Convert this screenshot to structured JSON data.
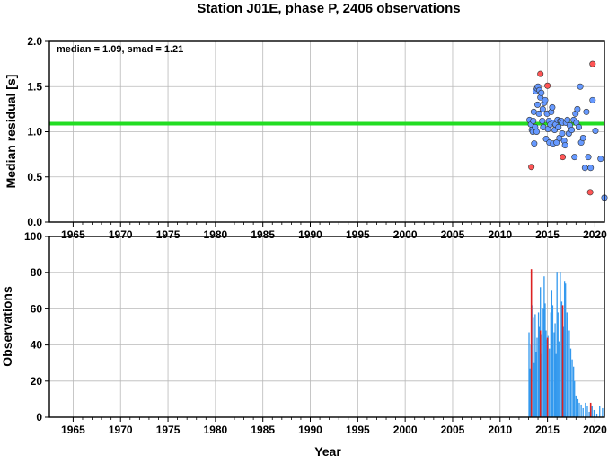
{
  "chart_data": [
    {
      "type": "scatter",
      "title": "Station J01E, phase P, 2406 observations",
      "ylabel": "Median residual [s]",
      "xlabel": "",
      "xlim": [
        1962.5,
        2021.0
      ],
      "ylim": [
        0.0,
        2.0
      ],
      "xticks": [
        "1965",
        "1970",
        "1975",
        "1980",
        "1985",
        "1990",
        "1995",
        "2000",
        "2005",
        "2010",
        "2015",
        "2020"
      ],
      "yticks": [
        "0.0",
        "0.5",
        "1.0",
        "1.5",
        "2.0"
      ],
      "grid": true,
      "annotation": "median = 1.09, smad = 1.21",
      "median_line": 1.09,
      "colors": {
        "median_line": "#22dd22",
        "point_blue": "#6699ff",
        "point_red": "#ff5555"
      },
      "series": [
        {
          "color": "blue",
          "x": [
            2013.1,
            2013.25,
            2013.35,
            2013.45,
            2013.5,
            2013.55,
            2013.6,
            2013.7,
            2013.75,
            2013.85,
            2013.9,
            2013.95,
            2014.0,
            2014.1,
            2014.15,
            2014.25,
            2014.35,
            2014.45,
            2014.5,
            2014.55,
            2014.65,
            2014.75,
            2014.85,
            2014.95,
            2015.05,
            2015.15,
            2015.2,
            2015.3,
            2015.4,
            2015.5,
            2015.6,
            2015.65,
            2015.75,
            2015.85,
            2015.95,
            2016.05,
            2016.15,
            2016.25,
            2016.35,
            2016.45,
            2016.55,
            2016.6,
            2016.75,
            2016.85,
            2016.95,
            2017.1,
            2017.25,
            2017.35,
            2017.55,
            2017.75,
            2017.85,
            2017.95,
            2018.05,
            2018.15,
            2018.3,
            2018.45,
            2018.55,
            2018.75,
            2018.95,
            2019.1,
            2019.3,
            2019.55,
            2019.75,
            2020.05,
            2020.6,
            2021.0
          ],
          "y": [
            1.13,
            1.08,
            1.02,
            1.0,
            1.12,
            1.22,
            0.87,
            1.05,
            1.45,
            1.0,
            1.48,
            1.3,
            1.5,
            1.2,
            1.46,
            1.38,
            1.43,
            1.12,
            1.25,
            1.05,
            1.32,
            1.35,
            0.92,
            1.2,
            1.03,
            1.12,
            0.88,
            1.08,
            1.22,
            1.27,
            0.87,
            1.1,
            1.02,
            1.08,
            0.88,
            1.13,
            1.05,
            0.93,
            1.12,
            1.12,
            0.98,
            1.1,
            0.9,
            0.85,
            1.1,
            1.13,
            0.98,
            1.07,
            1.02,
            1.13,
            0.72,
            1.2,
            1.1,
            1.25,
            1.05,
            1.5,
            0.88,
            0.93,
            0.6,
            1.22,
            0.72,
            0.6,
            1.35,
            1.01,
            0.7,
            0.27
          ]
        },
        {
          "color": "red",
          "x": [
            2013.3,
            2014.25,
            2015.0,
            2016.6,
            2019.5,
            2019.75
          ],
          "y": [
            0.61,
            1.64,
            1.51,
            0.72,
            0.33,
            1.75
          ]
        }
      ]
    },
    {
      "type": "bar",
      "ylabel": "Observations",
      "xlabel": "Year",
      "xlim": [
        1962.5,
        2021.0
      ],
      "ylim": [
        0,
        100
      ],
      "xticks": [
        "1965",
        "1970",
        "1975",
        "1980",
        "1985",
        "1990",
        "1995",
        "2000",
        "2005",
        "2010",
        "2015",
        "2020"
      ],
      "yticks": [
        "0",
        "20",
        "40",
        "60",
        "80",
        "100"
      ],
      "grid": true,
      "colors": {
        "bar_blue": "#3399ee",
        "bar_red": "#dd2222"
      },
      "series": [
        {
          "color": "blue",
          "x": [
            2013.05,
            2013.15,
            2013.25,
            2013.35,
            2013.5,
            2013.6,
            2013.7,
            2013.8,
            2013.9,
            2014.05,
            2014.15,
            2014.25,
            2014.3,
            2014.4,
            2014.55,
            2014.65,
            2014.75,
            2014.85,
            2014.95,
            2015.05,
            2015.2,
            2015.35,
            2015.45,
            2015.55,
            2015.7,
            2015.8,
            2015.9,
            2016.0,
            2016.1,
            2016.2,
            2016.35,
            2016.5,
            2016.6,
            2016.7,
            2016.8,
            2016.9,
            2017.05,
            2017.15,
            2017.3,
            2017.45,
            2017.6,
            2017.75,
            2017.85,
            2018.0,
            2018.2,
            2018.35,
            2018.55,
            2018.75,
            2019.0,
            2019.2,
            2019.4,
            2019.55,
            2019.7,
            2019.9,
            2020.2,
            2020.5,
            2020.8
          ],
          "values": [
            47,
            27,
            40,
            62,
            55,
            30,
            57,
            36,
            44,
            58,
            50,
            72,
            46,
            35,
            60,
            78,
            63,
            48,
            43,
            45,
            38,
            58,
            70,
            62,
            47,
            52,
            35,
            80,
            58,
            42,
            80,
            64,
            46,
            50,
            75,
            74,
            58,
            55,
            48,
            38,
            32,
            28,
            20,
            12,
            10,
            8,
            7,
            5,
            8,
            6,
            3,
            3,
            6,
            4,
            2,
            6,
            5
          ]
        },
        {
          "color": "red",
          "x": [
            2013.3,
            2014.25,
            2015.0,
            2016.6,
            2019.55
          ],
          "values": [
            82,
            48,
            44,
            62,
            8
          ]
        }
      ]
    }
  ]
}
